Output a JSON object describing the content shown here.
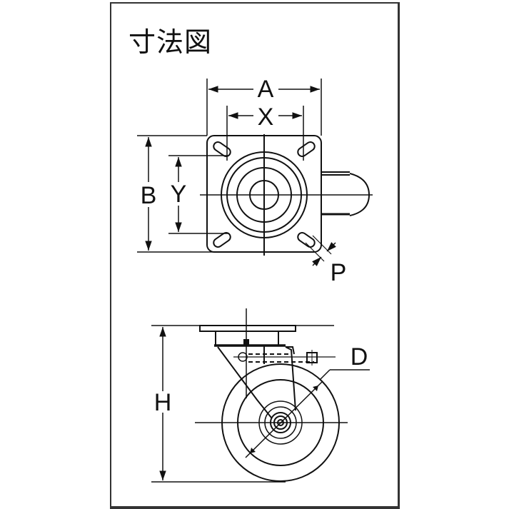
{
  "title": "寸法図",
  "top_view": {
    "labels": {
      "width_overall": "A",
      "hole_spacing_x": "X",
      "depth_overall": "B",
      "hole_spacing_y": "Y",
      "slot_width": "P"
    }
  },
  "side_view": {
    "labels": {
      "height_overall": "H",
      "wheel_diameter": "D"
    }
  },
  "colors": {
    "line": "#111111",
    "frame": "#333333",
    "background": "#ffffff"
  }
}
